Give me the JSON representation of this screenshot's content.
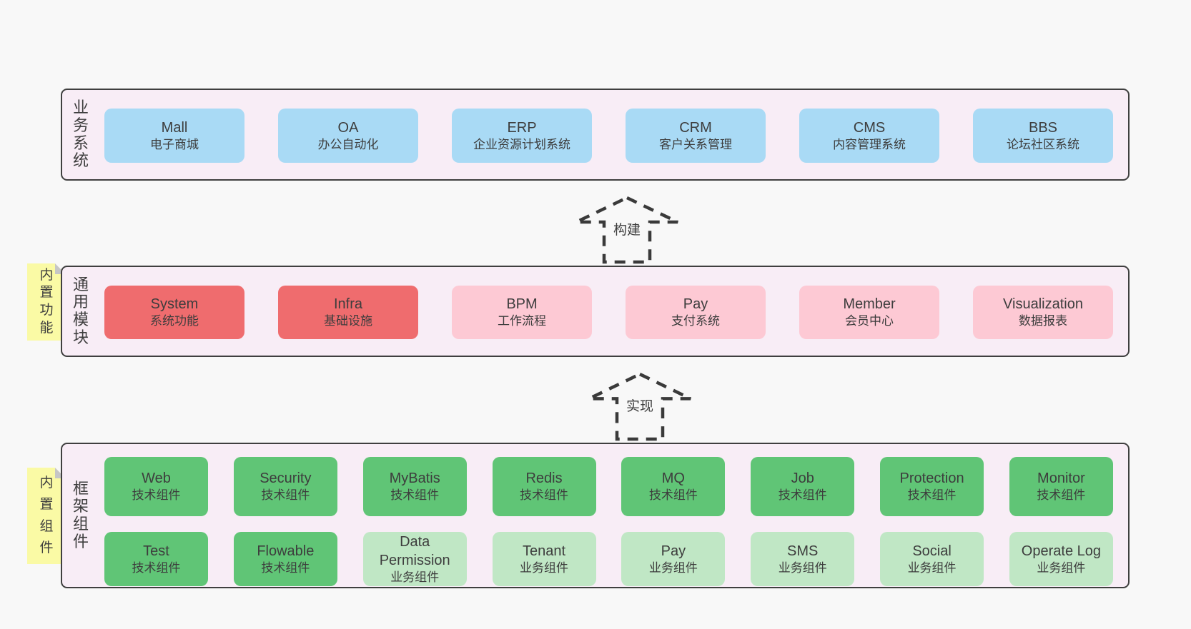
{
  "colors": {
    "page_bg": "#f8f8f8",
    "container_bg": "#f8edf6",
    "container_border": "#3f3f3f",
    "box_blue": "#a9daf5",
    "box_red": "#ef6c6e",
    "box_pink": "#fdc9d4",
    "box_green": "#60c576",
    "box_green_light": "#c0e7c5",
    "note_yellow": "#fafaa5",
    "note_fold": "#c6c6c6",
    "text": "#3d3d3d",
    "arrow": "#3a3a3a"
  },
  "arrows": [
    {
      "label": "构建"
    },
    {
      "label": "实现"
    }
  ],
  "sections": [
    {
      "label": "业务系统",
      "boxes": [
        {
          "name": "Mall",
          "desc": "电子商城"
        },
        {
          "name": "OA",
          "desc": "办公自动化"
        },
        {
          "name": "ERP",
          "desc": "企业资源计划系统"
        },
        {
          "name": "CRM",
          "desc": "客户关系管理"
        },
        {
          "name": "CMS",
          "desc": "内容管理系统"
        },
        {
          "name": "BBS",
          "desc": "论坛社区系统"
        }
      ]
    },
    {
      "label": "通用模块",
      "note": "内置功能",
      "boxes": [
        {
          "name": "System",
          "desc": "系统功能"
        },
        {
          "name": "Infra",
          "desc": "基础设施"
        },
        {
          "name": "BPM",
          "desc": "工作流程"
        },
        {
          "name": "Pay",
          "desc": "支付系统"
        },
        {
          "name": "Member",
          "desc": "会员中心"
        },
        {
          "name": "Visualization",
          "desc": "数据报表"
        }
      ]
    },
    {
      "label": "框架组件",
      "note": "内置组件",
      "rows": [
        [
          {
            "name": "Web",
            "desc": "技术组件"
          },
          {
            "name": "Security",
            "desc": "技术组件"
          },
          {
            "name": "MyBatis",
            "desc": "技术组件"
          },
          {
            "name": "Redis",
            "desc": "技术组件"
          },
          {
            "name": "MQ",
            "desc": "技术组件"
          },
          {
            "name": "Job",
            "desc": "技术组件"
          },
          {
            "name": "Protection",
            "desc": "技术组件"
          },
          {
            "name": "Monitor",
            "desc": "技术组件"
          }
        ],
        [
          {
            "name": "Test",
            "desc": "技术组件"
          },
          {
            "name": "Flowable",
            "desc": "技术组件"
          },
          {
            "name": "Data Permission",
            "desc": "业务组件"
          },
          {
            "name": "Tenant",
            "desc": "业务组件"
          },
          {
            "name": "Pay",
            "desc": "业务组件"
          },
          {
            "name": "SMS",
            "desc": "业务组件"
          },
          {
            "name": "Social",
            "desc": "业务组件"
          },
          {
            "name": "Operate Log",
            "desc": "业务组件"
          }
        ]
      ]
    }
  ]
}
